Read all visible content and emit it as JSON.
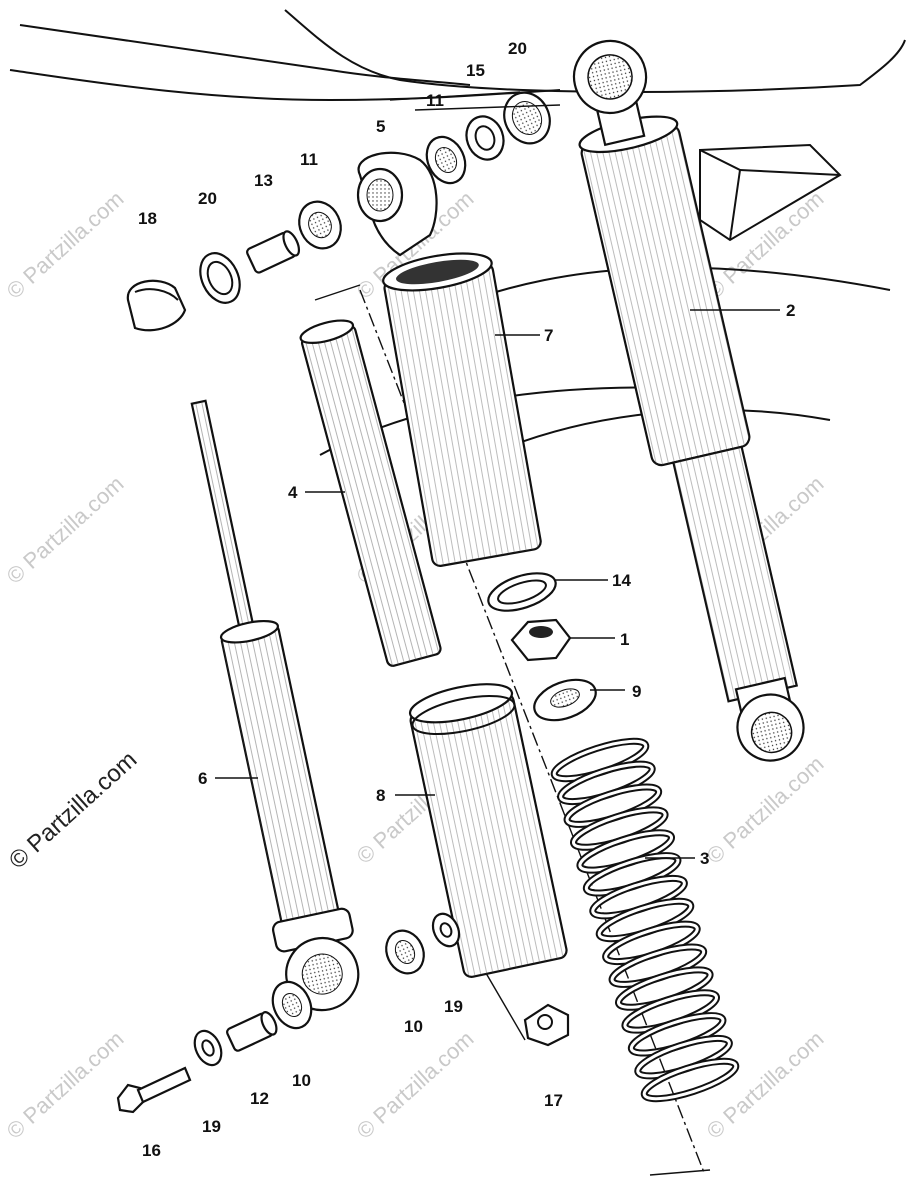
{
  "watermark": {
    "text": "© Partzilla.com",
    "color_light": "#c9c9c9",
    "color_dark": "#222222"
  },
  "parts": [
    {
      "id": "label-1",
      "text": "1"
    },
    {
      "id": "label-2",
      "text": "2"
    },
    {
      "id": "label-3",
      "text": "3"
    },
    {
      "id": "label-4",
      "text": "4"
    },
    {
      "id": "label-5",
      "text": "5"
    },
    {
      "id": "label-6",
      "text": "6"
    },
    {
      "id": "label-7",
      "text": "7"
    },
    {
      "id": "label-8",
      "text": "8"
    },
    {
      "id": "label-9",
      "text": "9"
    },
    {
      "id": "label-10a",
      "text": "10"
    },
    {
      "id": "label-10b",
      "text": "10"
    },
    {
      "id": "label-11a",
      "text": "11"
    },
    {
      "id": "label-11b",
      "text": "11"
    },
    {
      "id": "label-12",
      "text": "12"
    },
    {
      "id": "label-13",
      "text": "13"
    },
    {
      "id": "label-14",
      "text": "14"
    },
    {
      "id": "label-15",
      "text": "15"
    },
    {
      "id": "label-16",
      "text": "16"
    },
    {
      "id": "label-17",
      "text": "17"
    },
    {
      "id": "label-18",
      "text": "18"
    },
    {
      "id": "label-19a",
      "text": "19"
    },
    {
      "id": "label-19b",
      "text": "19"
    },
    {
      "id": "label-20a",
      "text": "20"
    },
    {
      "id": "label-20b",
      "text": "20"
    }
  ]
}
